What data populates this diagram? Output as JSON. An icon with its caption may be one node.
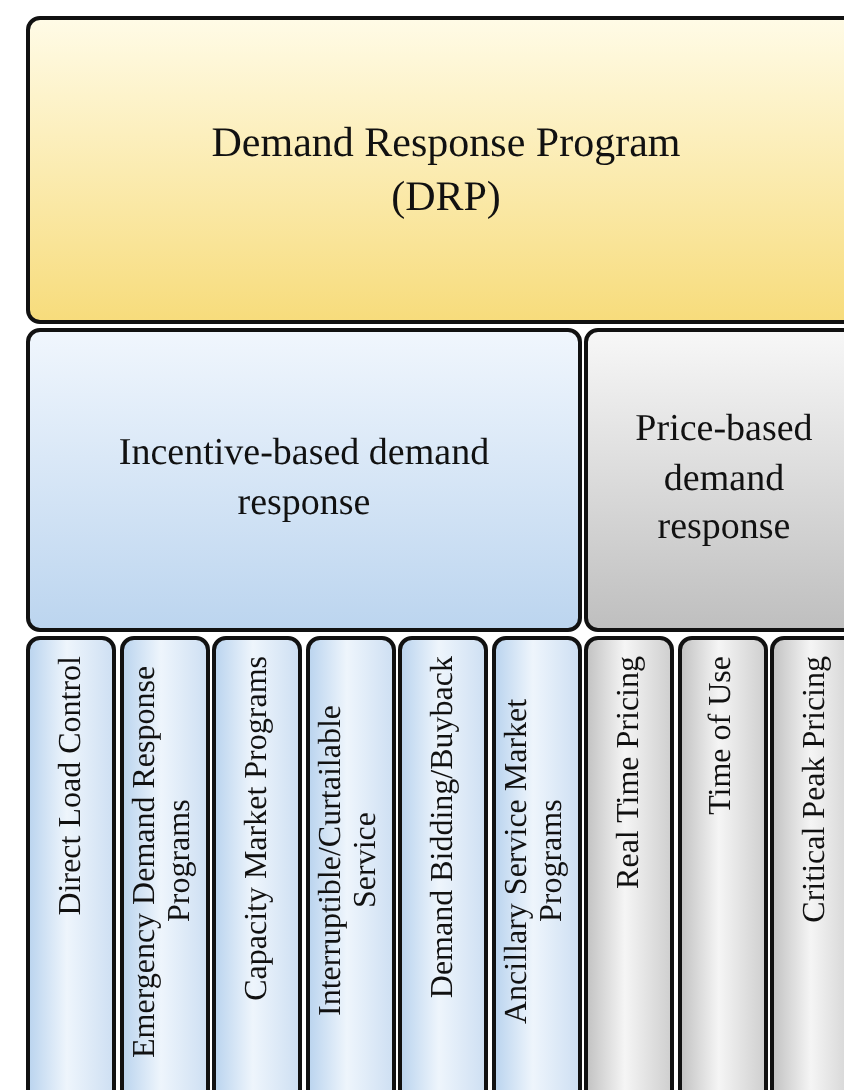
{
  "diagram": {
    "nodes": [
      {
        "text": [
          "Demand Response Program (DRP)"
        ]
      },
      {
        "text": [
          "Incentive-based demand response"
        ]
      },
      {
        "text": [
          "Price-based demand response"
        ]
      },
      {
        "text": [
          "Direct Load Control"
        ]
      },
      {
        "text": [
          "Emergency Demand Response Programs"
        ]
      },
      {
        "text": [
          "Capacity Market Programs"
        ]
      },
      {
        "text": [
          "Interruptible/Curtailable Service"
        ]
      },
      {
        "text": [
          "Demand Bidding/Buyback"
        ]
      },
      {
        "text": [
          "Ancillary Service Market Programs"
        ]
      },
      {
        "text": [
          "Real Time Pricing"
        ]
      },
      {
        "text": [
          "Time of Use"
        ]
      },
      {
        "text": [
          "Critical Peak Pricing"
        ]
      }
    ]
  }
}
